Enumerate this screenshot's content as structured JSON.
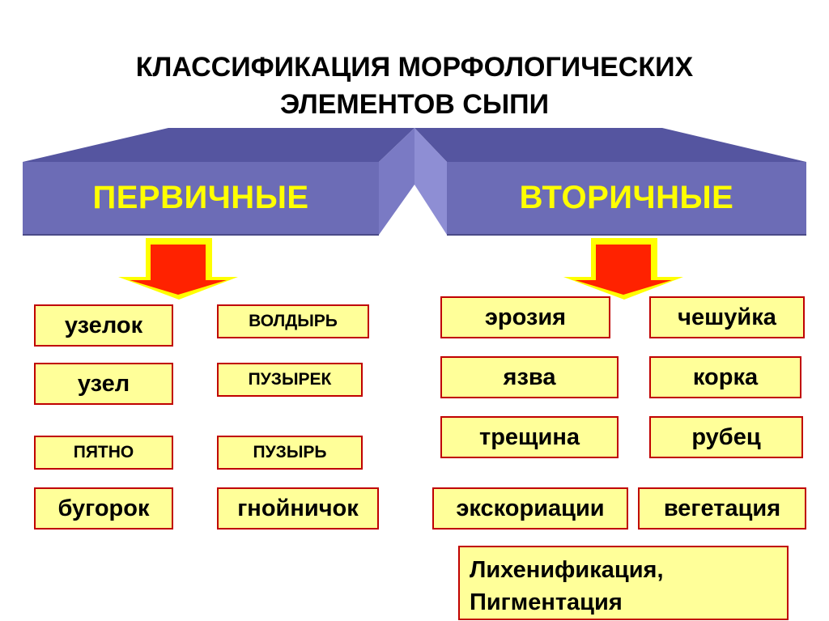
{
  "title": {
    "line1": "КЛАССИФИКАЦИЯ МОРФОЛОГИЧЕСКИХ",
    "line2": "ЭЛЕМЕНТОВ СЫПИ"
  },
  "banner": {
    "left_label": "ПЕРВИЧНЫЕ",
    "right_label": "ВТОРИЧНЫЕ",
    "colors": {
      "front": "#6c6cb6",
      "top": "#5555a0",
      "mid": "#8585cc",
      "text": "#ffff00"
    }
  },
  "primary": {
    "items": [
      "узелок",
      "ВОЛДЫРЬ",
      "узел",
      "ПУЗЫРЕК",
      "ПЯТНО",
      "ПУЗЫРЬ",
      "бугорок",
      "гнойничок"
    ]
  },
  "secondary": {
    "items": [
      "эрозия",
      "чешуйка",
      "язва",
      "корка",
      "трещина",
      "рубец",
      "экскориации",
      "вегетация"
    ],
    "extra": {
      "line1": "Лихенификация,",
      "line2": "Пигментация"
    }
  },
  "colors": {
    "box_fill": "#ffff99",
    "box_border": "#c00000",
    "arrow_red": "#ff2200",
    "arrow_yellow": "#ffff00"
  }
}
